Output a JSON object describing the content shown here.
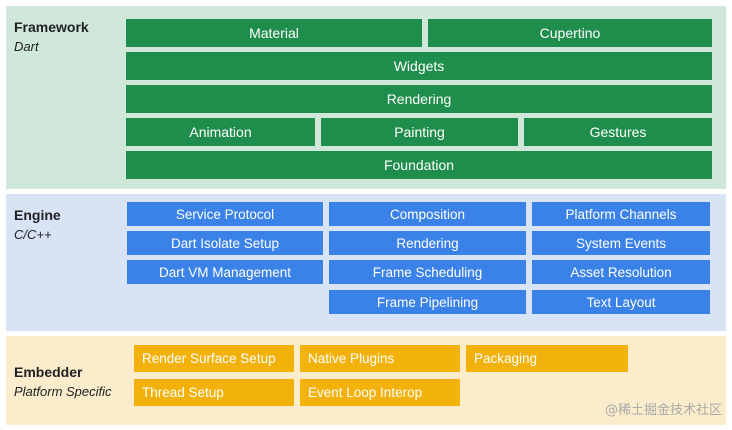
{
  "framework": {
    "title": "Framework",
    "subtitle": "Dart",
    "boxes": [
      "Material",
      "Cupertino",
      "Widgets",
      "Rendering",
      "Animation",
      "Painting",
      "Gestures",
      "Foundation"
    ]
  },
  "engine": {
    "title": "Engine",
    "subtitle": "C/C++",
    "boxes": [
      "Service Protocol",
      "Composition",
      "Platform Channels",
      "Dart Isolate Setup",
      "Rendering",
      "System Events",
      "Dart VM Management",
      "Frame Scheduling",
      "Asset Resolution",
      "Frame Pipelining",
      "Text Layout"
    ]
  },
  "embedder": {
    "title": "Embedder",
    "subtitle": "Platform Specific",
    "boxes": [
      "Render Surface Setup",
      "Native Plugins",
      "Packaging",
      "Thread Setup",
      "Event Loop Interop"
    ]
  },
  "watermark": "@稀土掘金技术社区",
  "colors": {
    "framework_bg": "#cfe8d9",
    "framework_box": "#1f8d4b",
    "engine_bg": "#d8e3f6",
    "engine_box": "#3b82e8",
    "embedder_bg": "#fbeccb",
    "embedder_box": "#f2b10b"
  }
}
